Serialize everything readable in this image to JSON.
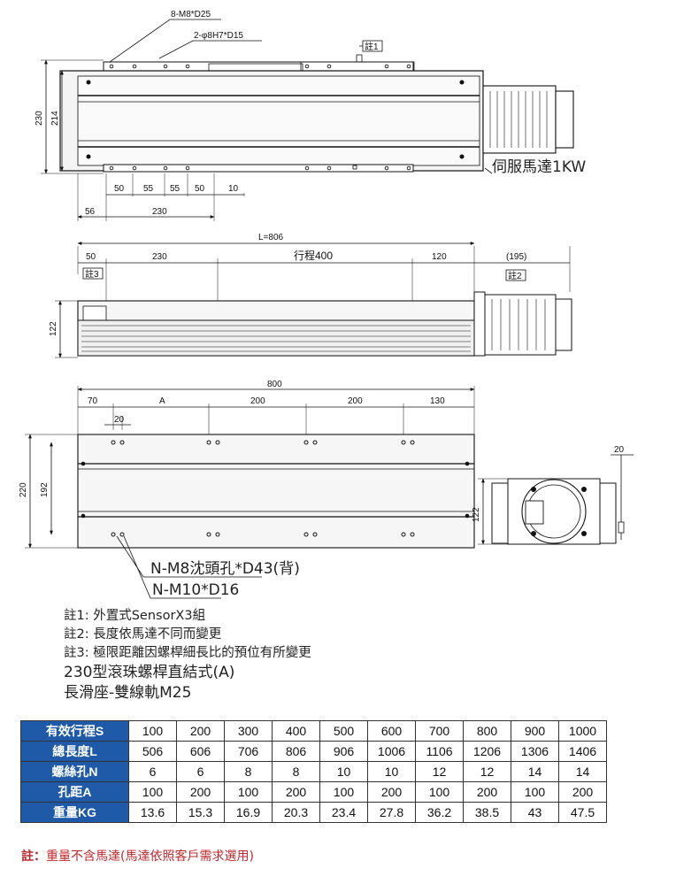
{
  "drawing": {
    "top_view": {
      "callout_screw": "8-M8*D25",
      "callout_pin": "2-φ8H7*D15",
      "note1_tag": "註1",
      "dim_height_outer": "230",
      "dim_height_inner": "214",
      "dims_spacing": [
        "50",
        "55",
        "55",
        "50",
        "10"
      ],
      "dim_left_offset": "56",
      "dim_carriage": "230",
      "motor_label": "伺服馬達1KW"
    },
    "side_view": {
      "dim_total": "L=806",
      "dim_left": "50",
      "dim_carriage": "230",
      "dim_stroke": "行程400",
      "dim_right": "120",
      "dim_motor": "(195)",
      "note3_tag": "註3",
      "note2_tag": "註2",
      "dim_height": "122"
    },
    "bottom_view": {
      "dim_total": "800",
      "dim_left": "70",
      "dim_a": "A",
      "dim_pitch1": "200",
      "dim_pitch2": "200",
      "dim_right": "130",
      "dim_hole_gap": "20",
      "dim_height_outer": "220",
      "dim_height_inner": "192",
      "callout_counterbore": "N-M8沈頭孔*D43(背)",
      "callout_thread": "N-M10*D16"
    },
    "end_view": {
      "dim_top": "20",
      "dim_height": "122"
    }
  },
  "notes": {
    "lines": [
      "註1: 外置式SensorX3組",
      "註2: 長度依馬達不同而變更",
      "註3: 極限距離因螺桿細長比的預位有所變更"
    ],
    "title_line1": "230型滾珠螺桿直結式(A)",
    "title_line2": "長滑座-雙線軌M25"
  },
  "spec_table": {
    "rows": [
      {
        "label": "有效行程S",
        "values": [
          "100",
          "200",
          "300",
          "400",
          "500",
          "600",
          "700",
          "800",
          "900",
          "1000"
        ]
      },
      {
        "label": "總長度L",
        "values": [
          "506",
          "606",
          "706",
          "806",
          "906",
          "1006",
          "1106",
          "1206",
          "1306",
          "1406"
        ]
      },
      {
        "label": "螺絲孔N",
        "values": [
          "6",
          "6",
          "8",
          "8",
          "10",
          "10",
          "12",
          "12",
          "14",
          "14"
        ]
      },
      {
        "label": "孔距A",
        "values": [
          "100",
          "200",
          "100",
          "200",
          "100",
          "200",
          "100",
          "200",
          "100",
          "200"
        ]
      },
      {
        "label": "重量KG",
        "values": [
          "13.6",
          "15.3",
          "16.9",
          "20.3",
          "23.4",
          "27.8",
          "36.2",
          "38.5",
          "43",
          "47.5"
        ]
      }
    ]
  },
  "footnote": {
    "prefix": "註：",
    "text": "重量不含馬達(馬達依照客戶需求選用)"
  },
  "colors": {
    "header_bg": "#1e5aa8",
    "footnote": "#c0282d"
  }
}
